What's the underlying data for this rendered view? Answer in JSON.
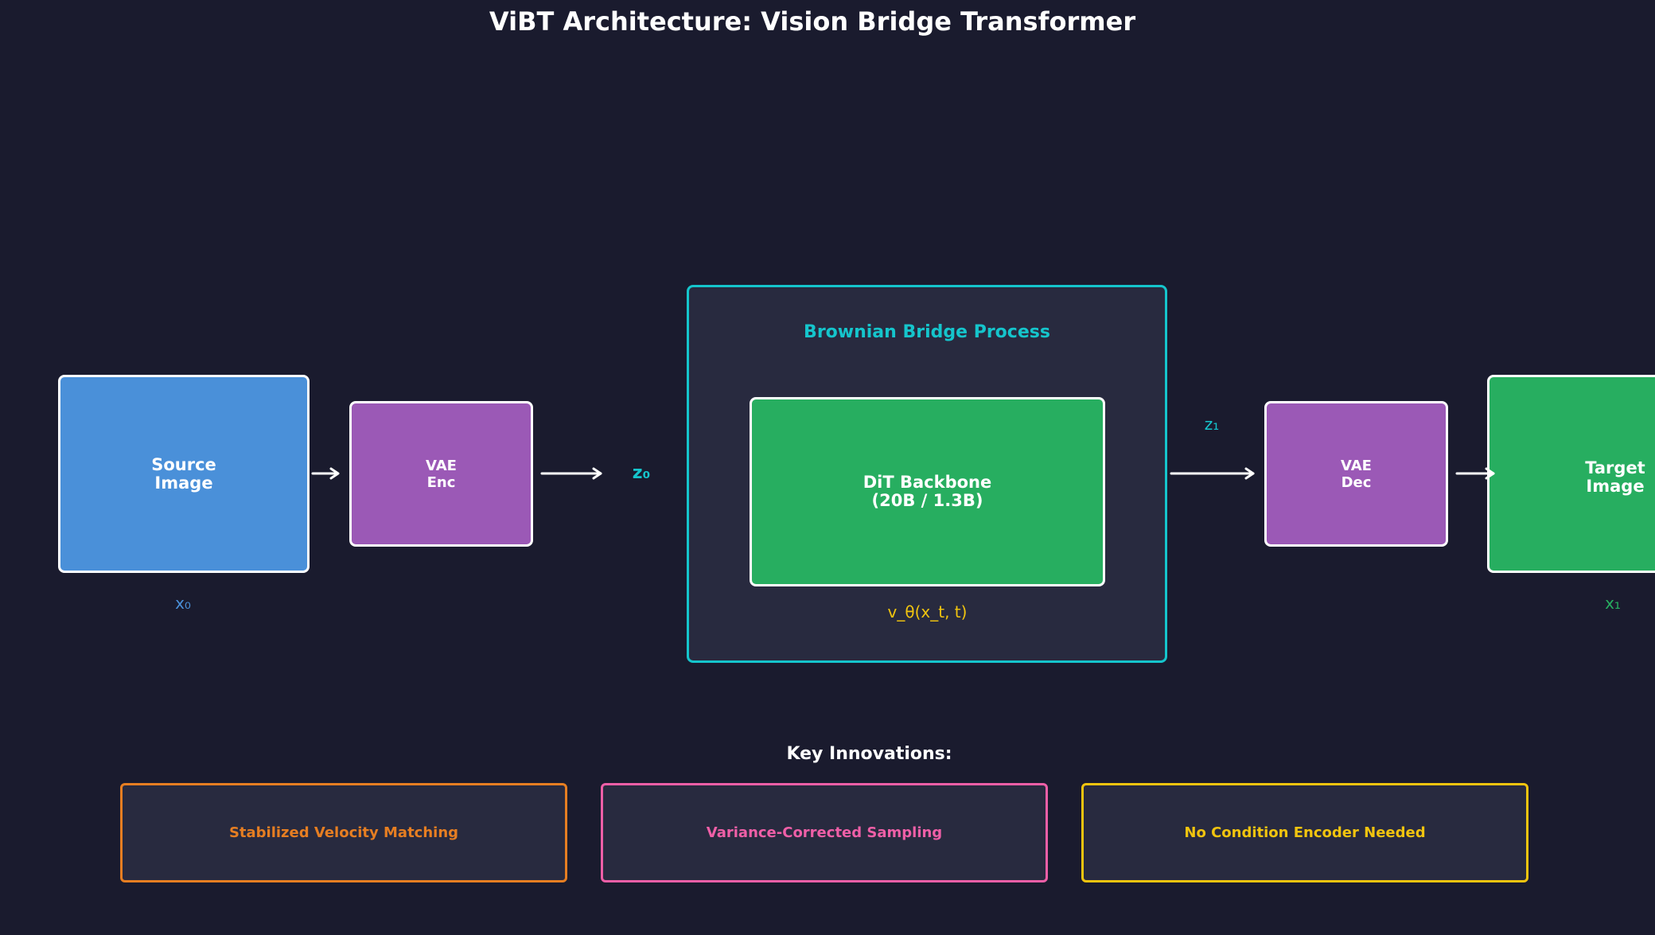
{
  "title": "ViBT Architecture: Vision Bridge Transformer",
  "nodes": {
    "source": {
      "label": "Source\nImage",
      "var": "x₀"
    },
    "vae_enc": {
      "label": "VAE\nEnc"
    },
    "z0": {
      "label": "z₀"
    },
    "bridge": {
      "label": "Brownian Bridge Process"
    },
    "dit": {
      "label": "DiT Backbone\n(20B / 1.3B)",
      "formula": "v_θ(x_t, t)"
    },
    "z1": {
      "label": "z₁"
    },
    "vae_dec": {
      "label": "VAE\nDec"
    },
    "target": {
      "label": "Target\nImage",
      "var": "x₁"
    }
  },
  "innovations": {
    "heading": "Key Innovations:",
    "items": [
      {
        "label": "Stabilized Velocity Matching",
        "color": "#e67e22"
      },
      {
        "label": "Variance-Corrected Sampling",
        "color": "#ef5fa7"
      },
      {
        "label": "No Condition Encoder Needed",
        "color": "#f1c40f"
      }
    ]
  },
  "colors": {
    "background": "#1a1b2e",
    "source": "#4a90d9",
    "vae": "#9b59b6",
    "dit": "#27ae60",
    "bridge_border": "#15c5cc",
    "formula": "#f1c40f"
  }
}
